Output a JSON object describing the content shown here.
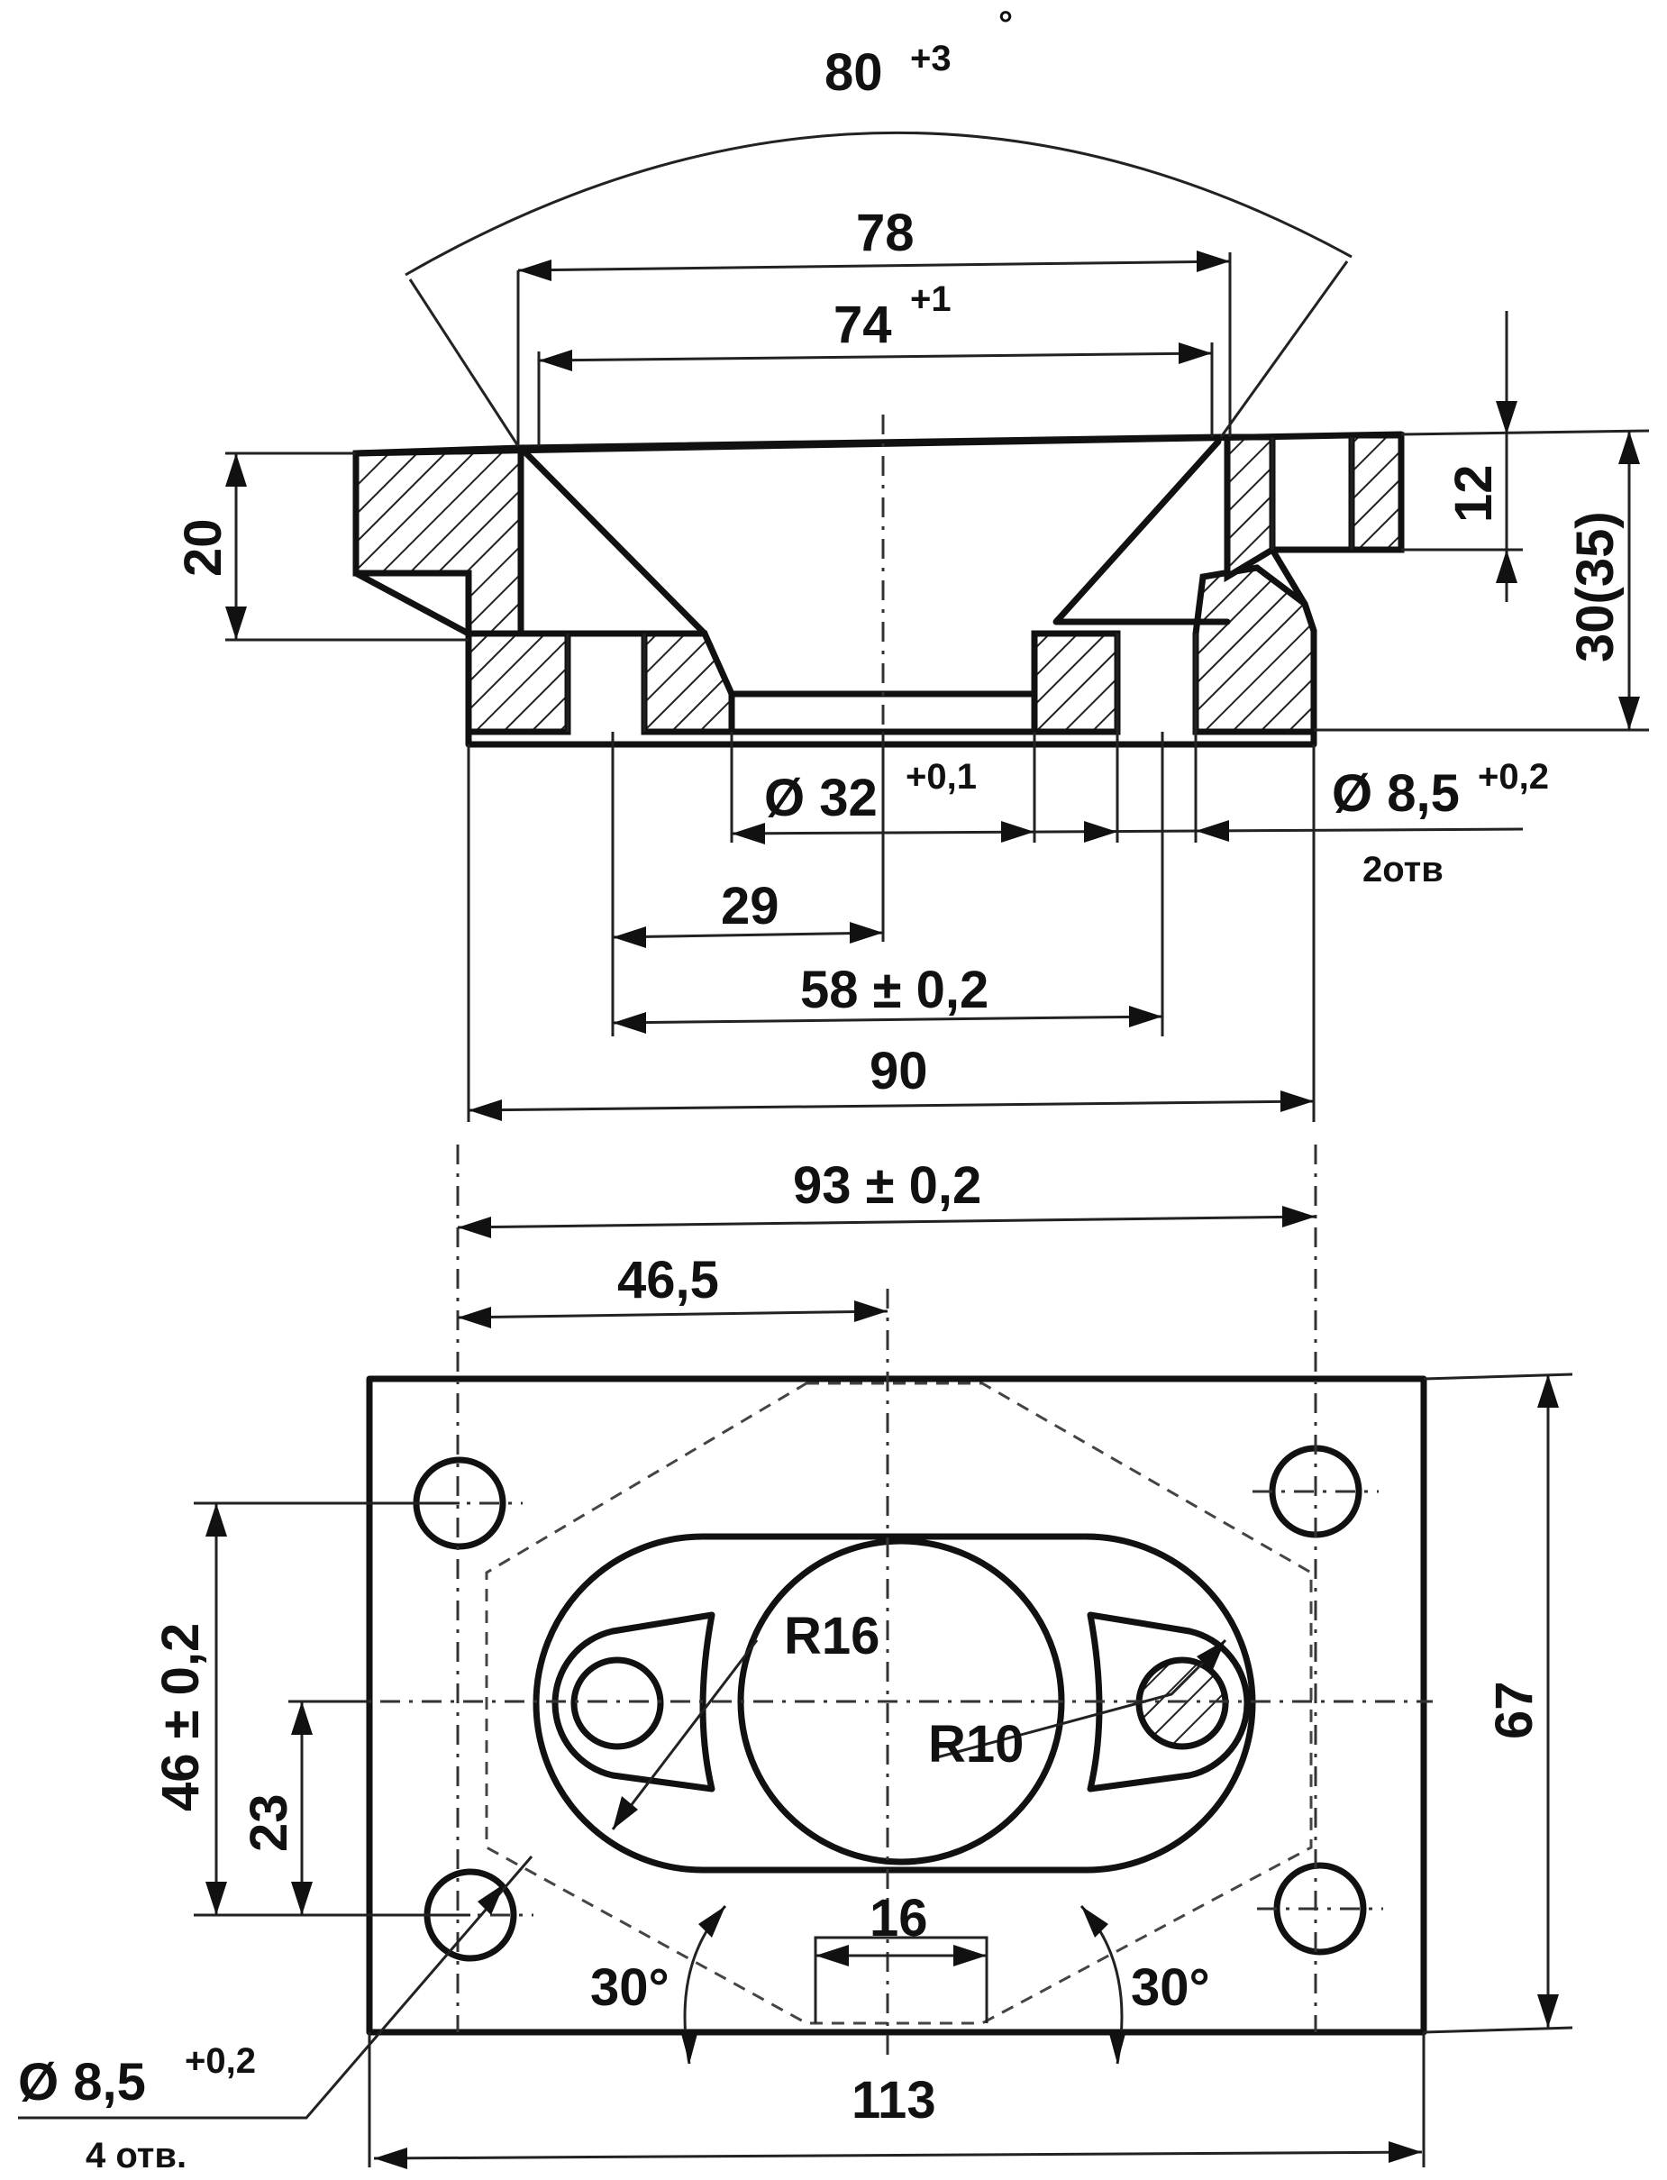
{
  "top_view": {
    "angle_main": "80",
    "angle_tol": "+3",
    "angle_deg": "°",
    "dim_78": "78",
    "dim_74": "74",
    "dim_74_tol": "+1",
    "dim_20": "20",
    "dim_12": "12",
    "dim_30": "30(35)",
    "bore_main": "Ø 32",
    "bore_tol": "+0,1",
    "hole_main": "Ø 8,5",
    "hole_tol": "+0,2",
    "hole_count": "2отв",
    "dim_29": "29",
    "dim_58": "58 ± 0,2",
    "dim_90": "90"
  },
  "bottom_view": {
    "dim_93": "93 ± 0,2",
    "dim_46_5": "46,5",
    "dim_46": "46 ± 0,2",
    "dim_23": "23",
    "dim_67": "67",
    "r16": "R16",
    "r10": "R10",
    "dim_16": "16",
    "angle_left": "30°",
    "angle_right": "30°",
    "hole_main": "Ø 8,5",
    "hole_tol": "+0,2",
    "hole_count": "4 отв.",
    "dim_113": "113"
  }
}
